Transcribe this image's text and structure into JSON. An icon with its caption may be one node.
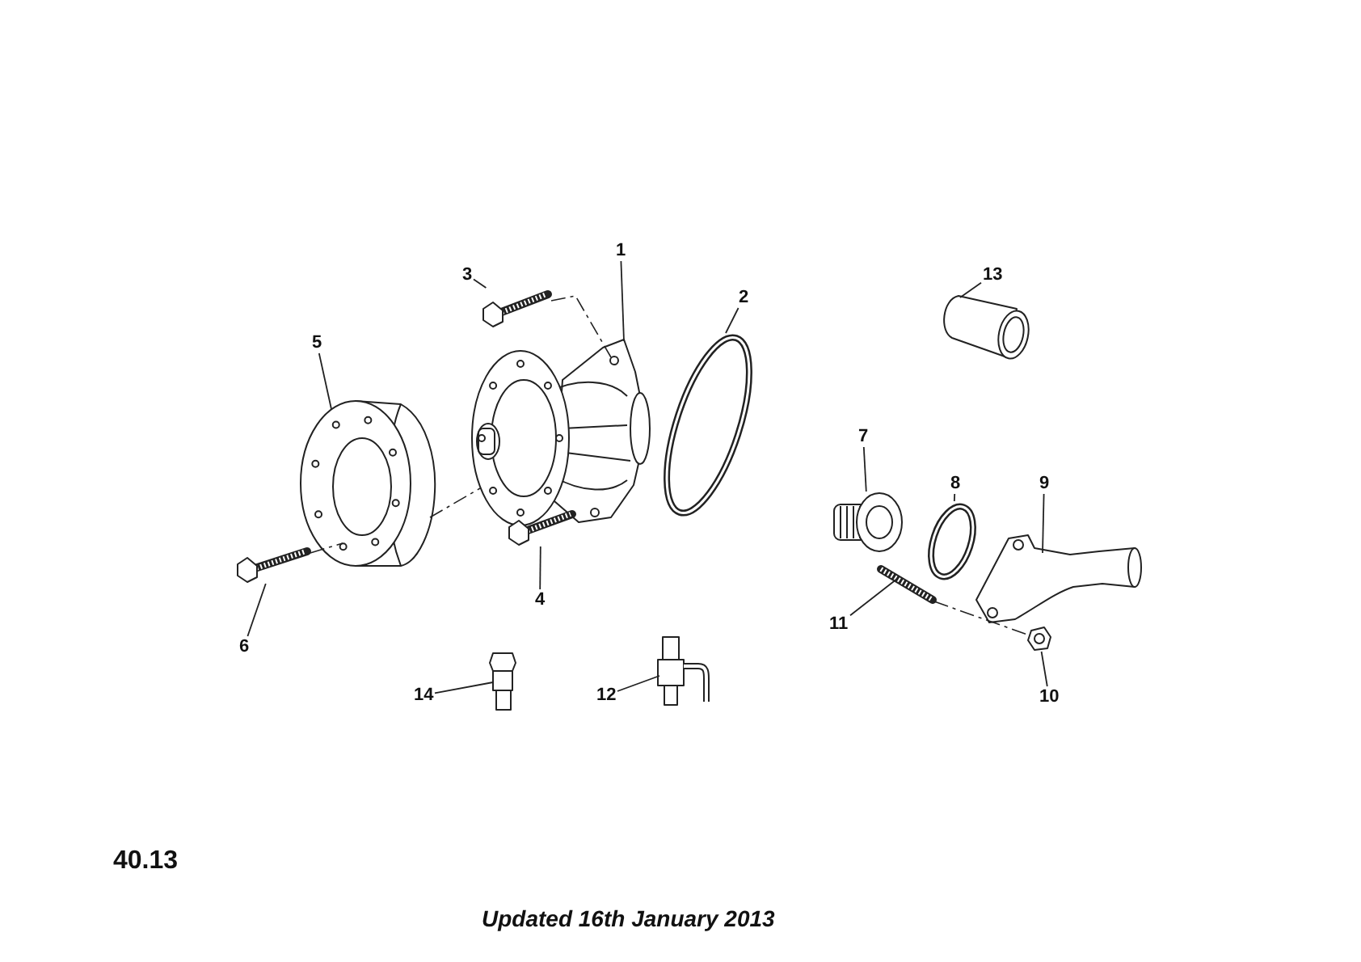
{
  "diagram": {
    "caption": "Updated 16th January 2013",
    "nodes": [
      {
        "text": [
          "1"
        ]
      },
      {
        "text": [
          "2"
        ]
      },
      {
        "text": [
          "3"
        ]
      },
      {
        "text": [
          "4"
        ]
      },
      {
        "text": [
          "5"
        ]
      },
      {
        "text": [
          "6"
        ]
      },
      {
        "text": [
          "7"
        ]
      },
      {
        "text": [
          "8"
        ]
      },
      {
        "text": [
          "9"
        ]
      },
      {
        "text": [
          "10"
        ]
      },
      {
        "text": [
          "11"
        ]
      },
      {
        "text": [
          "12"
        ]
      },
      {
        "text": [
          "13"
        ]
      },
      {
        "text": [
          "14"
        ]
      },
      {
        "text": [],
        "shape": "picture"
      },
      {
        "text": [],
        "shape": "circle"
      },
      {
        "text": [],
        "shape": "picture"
      },
      {
        "text": [],
        "shape": "picture"
      },
      {
        "text": [],
        "shape": "picture"
      },
      {
        "text": [],
        "shape": "picture"
      },
      {
        "text": [],
        "shape": "picture"
      },
      {
        "text": [],
        "shape": "circle"
      },
      {
        "text": [],
        "shape": "picture"
      },
      {
        "text": [],
        "shape": "picture"
      },
      {
        "text": [],
        "shape": "picture"
      },
      {
        "text": [],
        "shape": "picture"
      },
      {
        "text": [],
        "shape": "picture"
      },
      {
        "text": [],
        "shape": "picture"
      }
    ],
    "edges": [
      {
        "from": 0,
        "to": 14,
        "arrow": "none"
      },
      {
        "from": 1,
        "to": 15,
        "arrow": "none"
      },
      {
        "from": 2,
        "to": 16,
        "arrow": "none"
      },
      {
        "from": 3,
        "to": 17,
        "arrow": "none"
      },
      {
        "from": 4,
        "to": 18,
        "arrow": "none"
      },
      {
        "from": 5,
        "to": 19,
        "arrow": "none"
      },
      {
        "from": 6,
        "to": 20,
        "arrow": "none"
      },
      {
        "from": 7,
        "to": 21,
        "arrow": "none"
      },
      {
        "from": 8,
        "to": 22,
        "arrow": "none"
      },
      {
        "from": 9,
        "to": 23,
        "arrow": "none"
      },
      {
        "from": 10,
        "to": 24,
        "arrow": "none"
      },
      {
        "from": 11,
        "to": 25,
        "arrow": "none"
      },
      {
        "from": 12,
        "to": 26,
        "arrow": "none"
      },
      {
        "from": 13,
        "to": 27,
        "arrow": "none"
      },
      {
        "from": 16,
        "to": 14,
        "arrow": "none",
        "style": "dashed"
      },
      {
        "from": 18,
        "to": 14,
        "arrow": "none",
        "style": "dashed"
      },
      {
        "from": 19,
        "to": 18,
        "arrow": "none",
        "style": "dashed"
      },
      {
        "from": 24,
        "to": 23,
        "arrow": "none",
        "style": "dashed"
      }
    ],
    "labels": [
      "40.13"
    ]
  }
}
